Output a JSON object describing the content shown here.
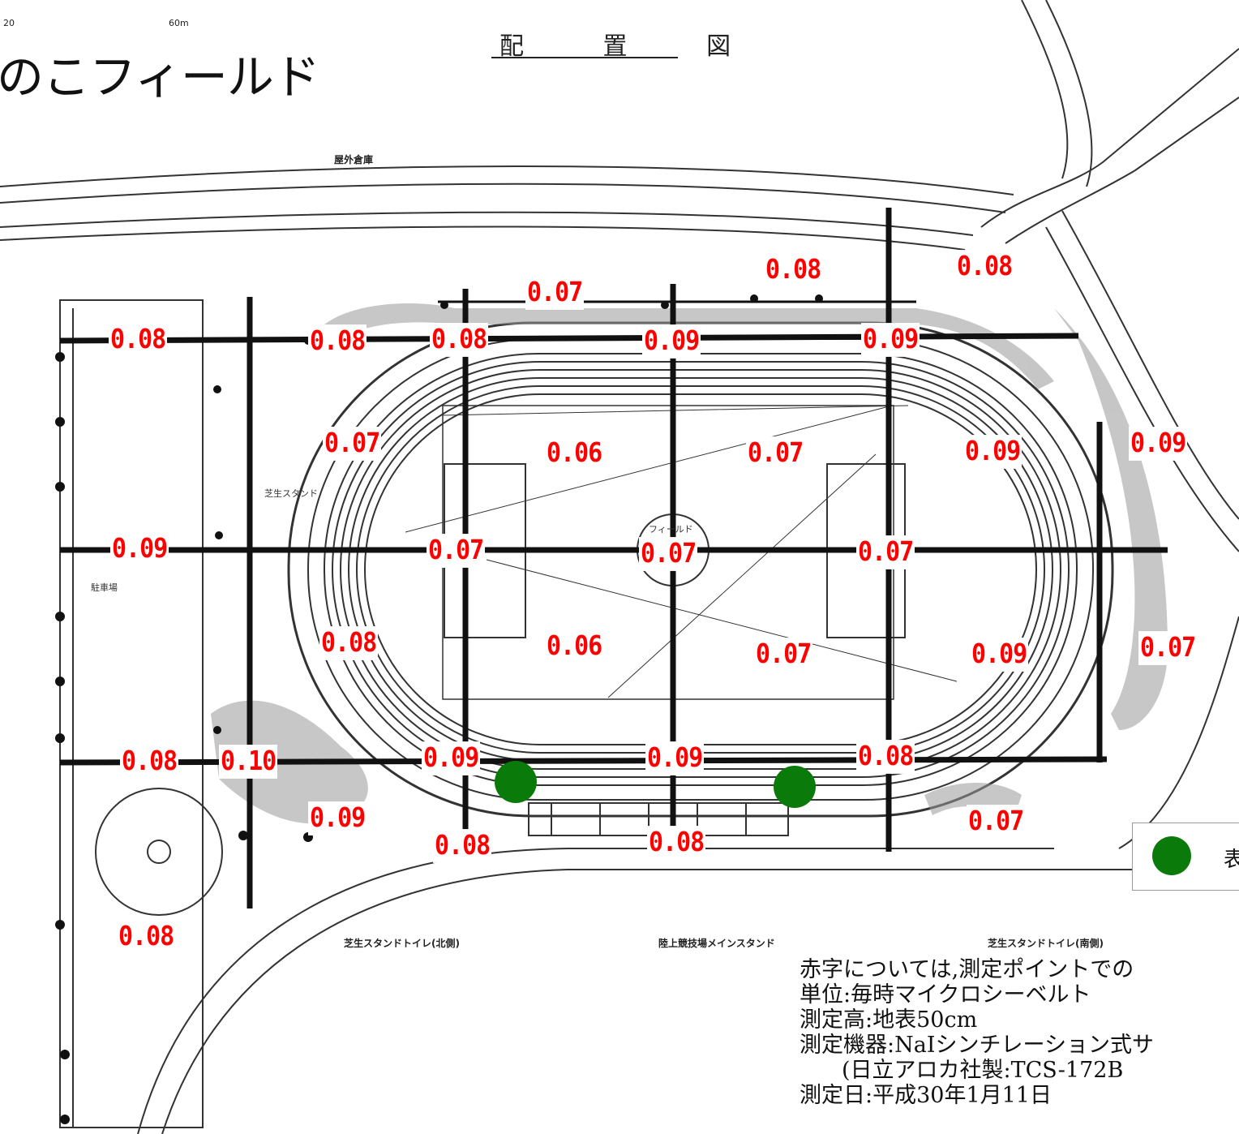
{
  "title": "のこフィールド",
  "plan_title": "配 置 図",
  "scale": {
    "left": "20",
    "right": "60m"
  },
  "callouts": {
    "warehouse": "屋外倉庫",
    "toilet_north": "芝生スタンドトイレ(北側)",
    "main_stand": "陸上競技場メインスタンド",
    "toilet_south": "芝生スタンドトイレ(南側)",
    "field": "フィールド",
    "parking": "駐車場",
    "turf_stand": "芝生スタンド"
  },
  "measurements": [
    {
      "value": "0.07"
    },
    {
      "value": "0.08"
    },
    {
      "value": "0.08"
    },
    {
      "value": "0.08"
    },
    {
      "value": "0.08"
    },
    {
      "value": "0.08"
    },
    {
      "value": "0.09"
    },
    {
      "value": "0.09"
    },
    {
      "value": "0.07"
    },
    {
      "value": "0.06"
    },
    {
      "value": "0.07"
    },
    {
      "value": "0.09"
    },
    {
      "value": "0.09"
    },
    {
      "value": "0.09"
    },
    {
      "value": "0.07"
    },
    {
      "value": "0.07"
    },
    {
      "value": "0.07"
    },
    {
      "value": "0.08"
    },
    {
      "value": "0.06"
    },
    {
      "value": "0.07"
    },
    {
      "value": "0.09"
    },
    {
      "value": "0.07"
    },
    {
      "value": "0.08"
    },
    {
      "value": "0.10"
    },
    {
      "value": "0.09"
    },
    {
      "value": "0.09"
    },
    {
      "value": "0.08"
    },
    {
      "value": "0.09"
    },
    {
      "value": "0.08"
    },
    {
      "value": "0.08"
    },
    {
      "value": "0.07"
    },
    {
      "value": "0.08"
    }
  ],
  "legend": {
    "label": "表"
  },
  "notes": [
    "赤字については,測定ポイントでの",
    "単位:毎時マイクロシーベルト",
    "測定高:地表50cm",
    "測定機器:NaIシンチレーション式サ",
    "(日立アロカ社製:TCS-172B",
    "測定日:平成30年1月11日"
  ],
  "colors": {
    "value_text": "#ff0000",
    "marker": "#0a7a0a",
    "grid_line": "#111111"
  }
}
